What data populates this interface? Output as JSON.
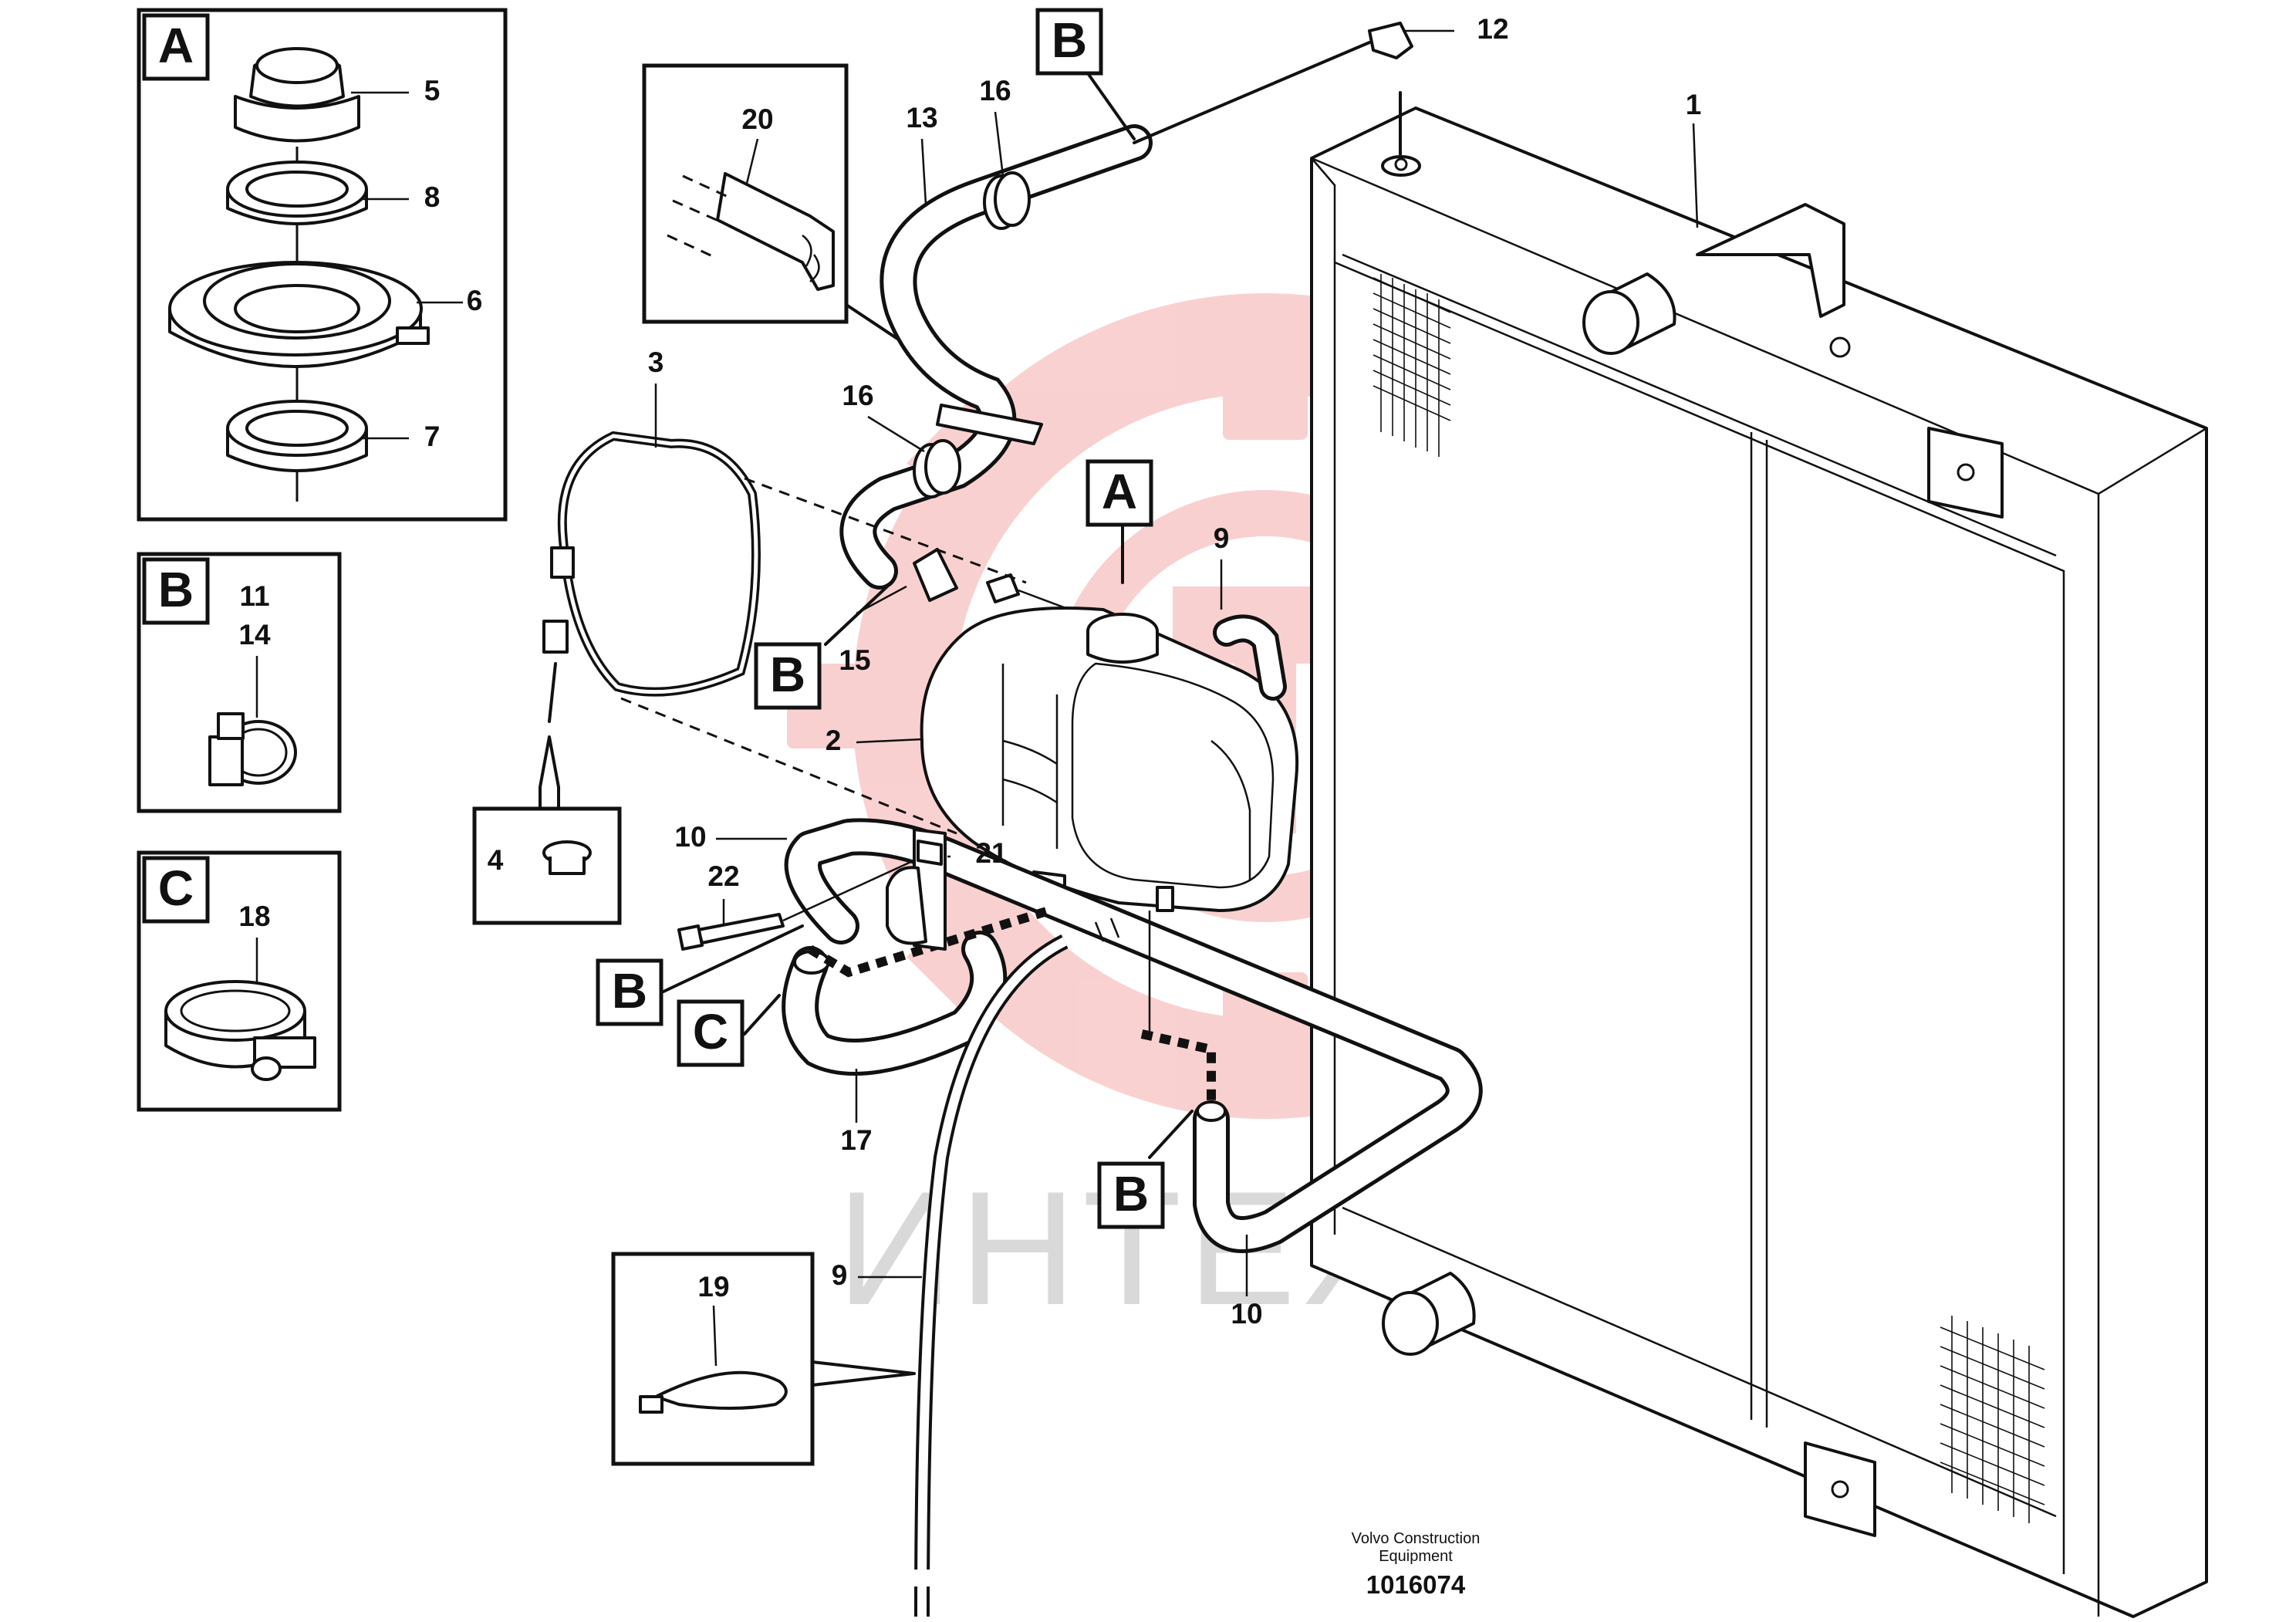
{
  "diagram": {
    "callouts": {
      "A_main": "A",
      "B_top": "B",
      "B_hose15": "B",
      "B_bolt": "B",
      "C_hose17": "C",
      "B_hose10": "B"
    },
    "part_numbers": {
      "p1": "1",
      "p2": "2",
      "p3": "3",
      "p4": "4",
      "p9_top": "9",
      "p9_bottom": "9",
      "p10_left": "10",
      "p10_bottom": "10",
      "p12": "12",
      "p13": "13",
      "p15": "15",
      "p16_top": "16",
      "p16_mid": "16",
      "p17": "17",
      "p19": "19",
      "p20": "20",
      "p21": "21",
      "p22": "22"
    },
    "detail_boxes": {
      "box_a": {
        "letter": "A",
        "labels": [
          "5",
          "8",
          "6",
          "7"
        ]
      },
      "box_b": {
        "letter": "B",
        "labels": [
          "11",
          "14"
        ]
      },
      "box_c": {
        "letter": "C",
        "labels": [
          "18"
        ]
      }
    },
    "footer": {
      "company_line1": "Volvo Construction",
      "company_line2": "Equipment",
      "drawing_number": "1016074"
    },
    "watermark": {
      "text": "ИНТЕХ",
      "color": "#f7c6c6",
      "text_color": "#d9d9d9"
    }
  }
}
